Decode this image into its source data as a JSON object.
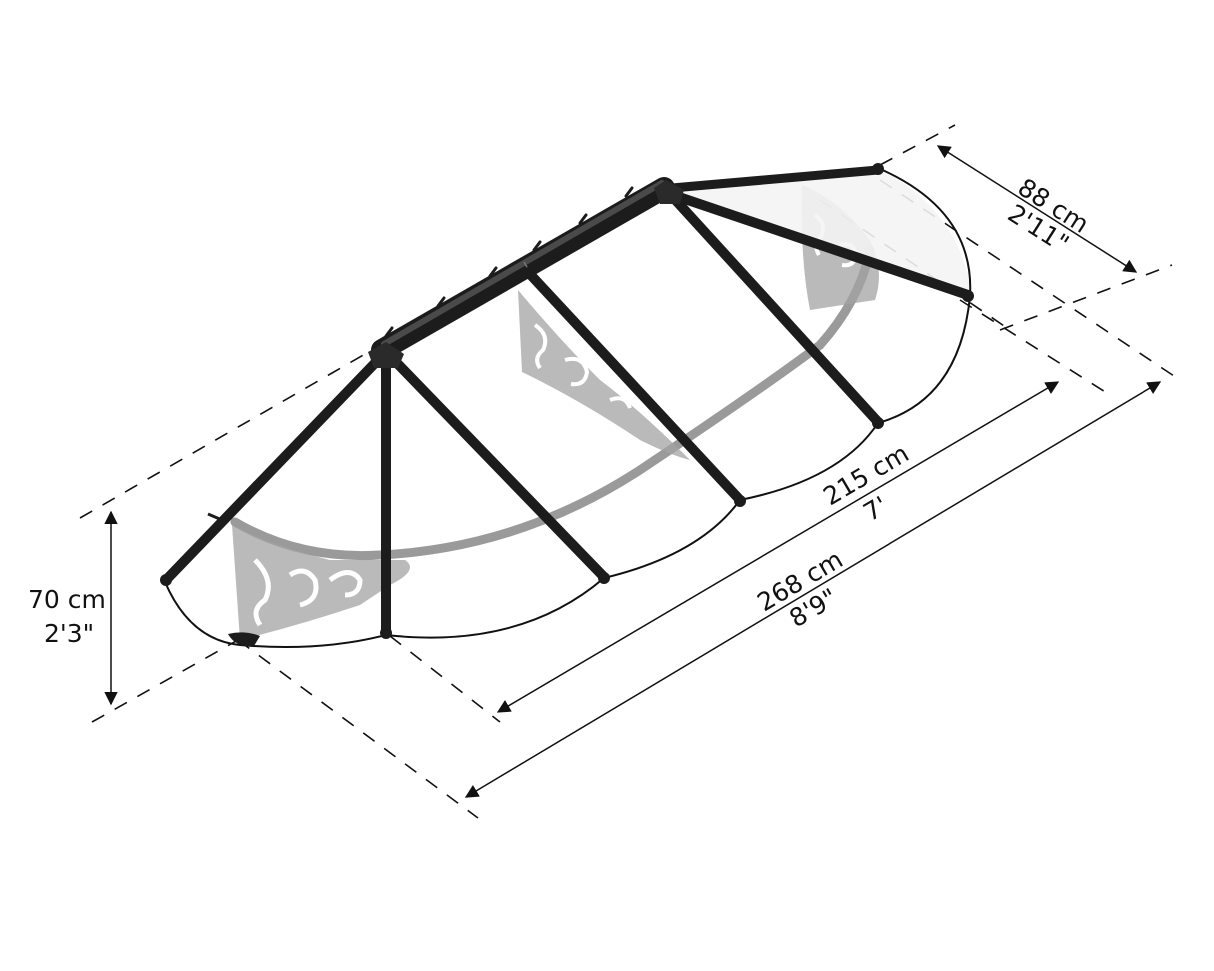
{
  "diagram": {
    "subject": "door awning canopy with decorative brackets",
    "colors": {
      "background": "#ffffff",
      "frame": "#1c1c1c",
      "bracket": "#a3a3a3",
      "lines": "#111111"
    },
    "dimensions": {
      "depth": {
        "metric": "88 cm",
        "imperial": "2'11\""
      },
      "height": {
        "metric": "70 cm",
        "imperial": "2'3\""
      },
      "inner_width": {
        "metric": "215 cm",
        "imperial": "7'"
      },
      "overall_width": {
        "metric": "268 cm",
        "imperial": "8'9\""
      }
    }
  }
}
